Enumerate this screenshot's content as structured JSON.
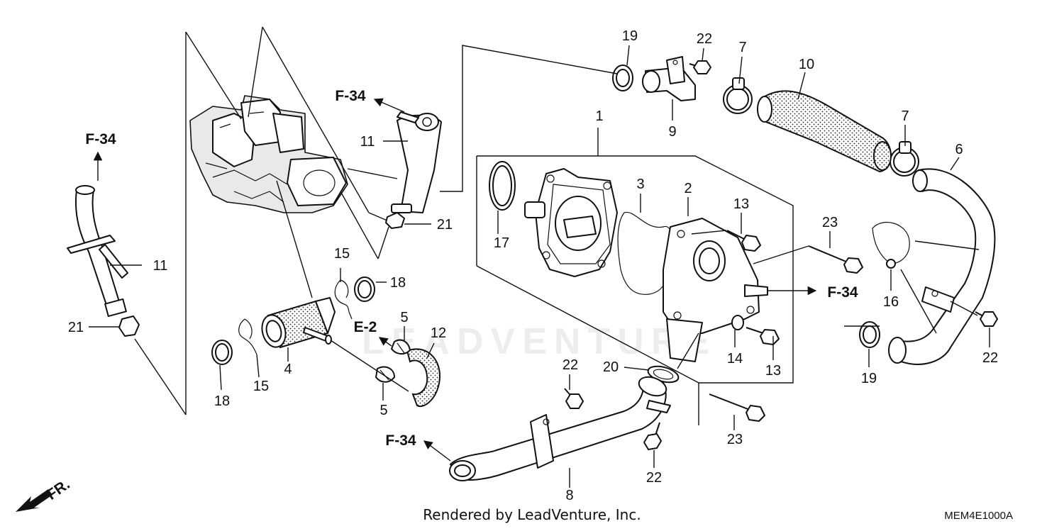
{
  "diagram": {
    "callouts": [
      "1",
      "2",
      "3",
      "4",
      "5",
      "5",
      "6",
      "7",
      "7",
      "8",
      "9",
      "10",
      "11",
      "11",
      "12",
      "13",
      "13",
      "14",
      "15",
      "15",
      "16",
      "17",
      "18",
      "18",
      "19",
      "19",
      "20",
      "21",
      "21",
      "22",
      "22",
      "22",
      "22",
      "23",
      "23"
    ],
    "refs": [
      "F-34",
      "F-34",
      "F-34",
      "F-34",
      "E-2"
    ],
    "front_marker": "FR."
  },
  "watermark": "LEADVENTURE",
  "footer": {
    "credit": "Rendered by LeadVenture, Inc.",
    "code": "MEM4E1000A"
  }
}
